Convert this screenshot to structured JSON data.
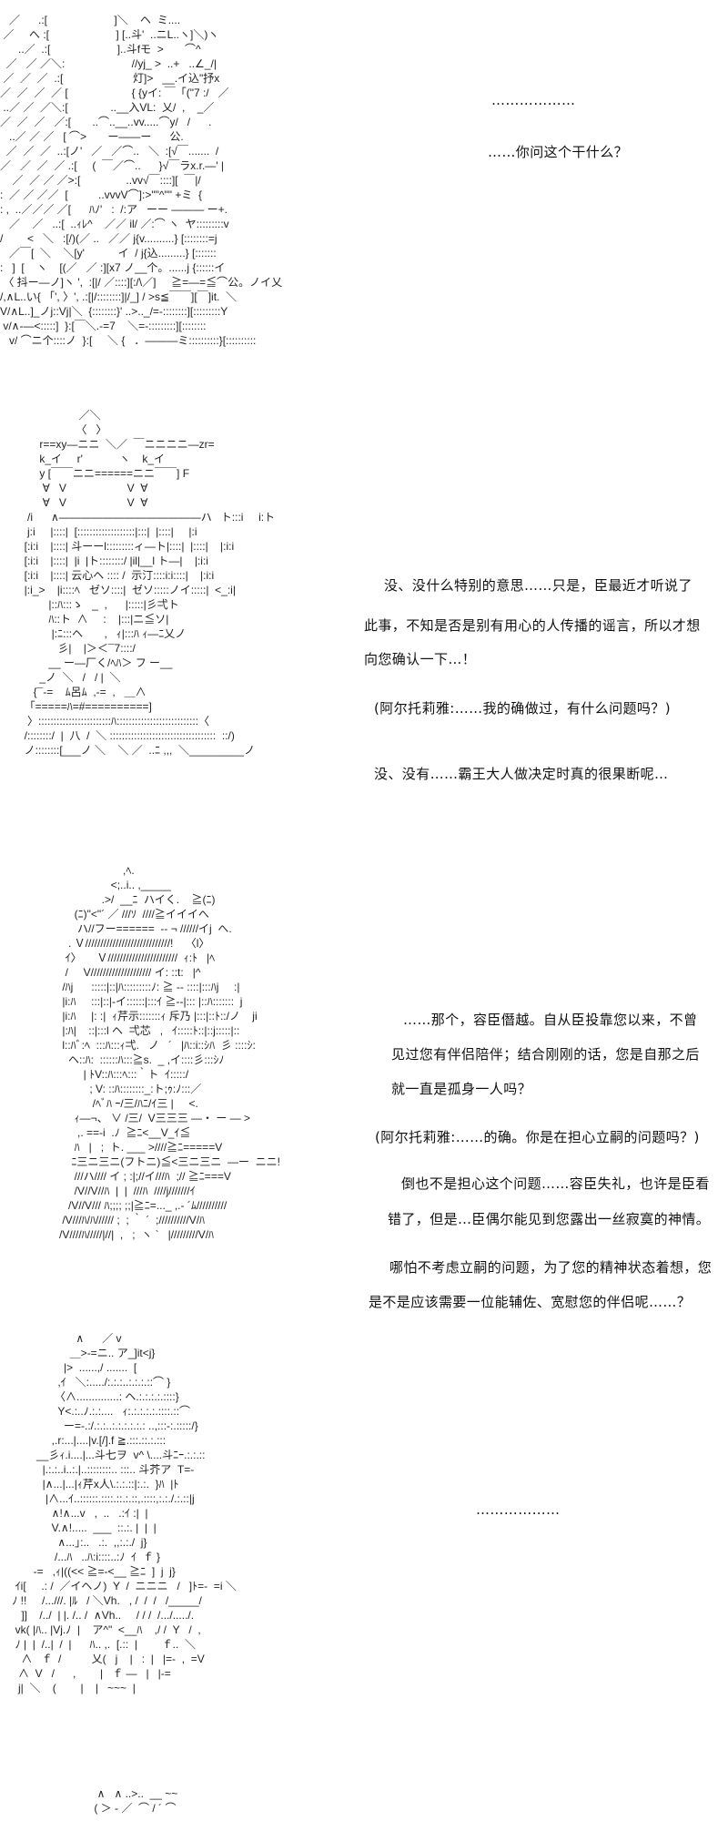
{
  "panels": [
    {
      "art": [
        "   ／      .:[                      ]＼    ヘ  ミ....",
        " ／     へ :[                      ] [..斗'  ..ニL..ヽ]＼)ヽ",
        "      ..／  .:[                      ]..斗fモ  >       ⌒^",
        "  ／   ／ ／＼:                      //yj_ >  ..+   ..∠_/|",
        " ／  ／  ／  .:[                       灯]>   __.イ込\"抒x",
        "／  ／  ／  ／ [                     { {yイ: ￣「(\"7 :/   ／",
        " ..／ ／  ／＼:[              ..__入VL:  乂/  ,    _／",
        "／  ／  ／   ／:[       ..⌒..__..vv.....⌒y/   /      .",
        "   ..／ ／ ／   [ ⌒>       ー――ー      公.",
        "  ／  ／  ／  ..:[ノ'   ／   ／⌒..   ＼  :[√￣.......  /",
        "／   ／  ／  ／ .:[     (  ￣／⌒..      }√￣ラx.r.―' |",
        "    ／  ／ ／ ／>:[               ..vv√￣::::][  ￣|/",
        ":  ／ ／ ／／  [          ..vvvV⌒]:>\"\"^\"\" +ミ  {",
        ": ,  ..／／／ ／[      ﾊﾉ'   :  /:ア   ーー ――― ー+.",
        "   ／    ／   ..:[  ..ｨﾚ^    ／／ il/ ／:⌒ ヽ  ヤ:::::::::v",
        "/        <   ＼   :[/)(／ ..   ／／ j{v..........} [::::::::=j",
        "   ／￣[  ＼    ＼[y'           イ  / j{込.........} [:::::::",
        ":   ]  [    ヽ    [(／   ／ :][x7 ノ__个。......j {::::::イ",
        " 〈 抖ー―ノ]ヽ ',  :[|/ ／::::][:/\\／]     ≧=―=≦⌒公。ノイ乂",
        "/,∧L..い{ 「', 〉', .:[|/::::::::]|/_] / >s≦￣￣][￣]it.  ＼",
        "V/∧L..]_ノj::Vj|＼  {::::::::}' ..>.._/=-::::::::][:::::::::Y",
        " v/∧-―<:::::]  }:[￣＼.-=7    ＼=-:::::::::][::::::::",
        "   v/ ⌒ニ个::::ノ  }:[     ＼ {   ．―――ミ::::::::::}[::::::::::"
      ],
      "lines": [
        "………………",
        "……你问这个干什么？"
      ]
    },
    {
      "art": [
        "                    ／＼",
        "                   〈   〉",
        "       r==xy―ニニ  ＼／  ￣ニニニニ―zr=",
        "       k_イ     r'            ヽ    k_イ",
        "       y [￣￣ニニ======ニニ￣￣] F",
        "        ∀   V                    V  ∀",
        "        ∀   V                    V  ∀",
        "   /i      ∧―――――――――――――ハ   ト:::i     i:ト",
        "   j:i     |::::|  [:::::::::::::::::::|:::|  |::::|     |:i",
        "  [:i:i    |::::| 斗ーーl:::::::::ィ―ト|::::|  |::::|    |:i:i",
        "  [:i:i    |::::|  |i  |ト::::::::/ |il|__l ト―|    |:i:i",
        "  [:i:i    |::::| 云心ヘ :::: /  示汀::::i:i::::|    |:i:i",
        "  |:i_>    |i::::ﾍ   ゼソ::::|  ゼソ:::::ノイ:::::|  <_:i|",
        "          |::ﾊ:::ゝ   _  ,      |:::::|彡弌ト",
        "          ﾊ::ト  ∧     :    |:::|ニ≦ソ|",
        "           |:ﾆ:::ヘ       ,   ｨ|:::ﾊ ｨ―ﾆ乂ノ",
        "             彡|    |＞＜¯7::::/",
        "          __ ー―厂く/ﾍﾊ＞ フ ー__",
        "       _ノ  ＼   /   / |  ＼",
        "     {¯-=    ﾑ呂ﾑ  ,-=  ,   ＿∧",
        "  「=====ﾊ=#==========]",
        "   〉::::::::::::::::::::::::ﾊ:::::::::::::::::::::::::::〈",
        "  /::::::::/  |  八  /  ＼ :::::::::::::::::::::::::::::::::::  ::/)",
        "  ノ::::::::[___ノ ＼    ＼ ／  ..ﾆ ,,,  ＼_________ノ"
      ],
      "lines": [
        "没、没什么特别的意思……只是，臣最近才听说了",
        "此事，不知是否是别有用心的人传播的谣言，所以才想",
        "向您确认一下…！",
        "(阿尔托莉雅:……我的确做过，有什么问题吗？)",
        "没、没有……霸王大人做决定时真的很果断呢…"
      ]
    },
    {
      "art": [
        "                        ,ﾍ.",
        "                    <;..i.. ,_____",
        "                 .>/  __ﾆ  ハイく.    ≧(ﾆ)",
        "        (ﾆ)\"<\"´ ／ ///ｿ  ////≧イイイへ",
        "         ハ//フー======  -- ¬ //////イj  へ.",
        "      . Ｖ////////////////////////////!    〈l〉",
        "     ｲ〉     Ｖ///////////////////////  ｨ:ﾄ   |ﾍ",
        "     /     V//////////////////// イ: ::t:   |^",
        "    /ﾊj      :::::|::|ﾊ:::::::::ﾉ: ≧ -- ::::|:::ﾊj     :|",
        "    |i:ﾊ     :::|::|-イ::::::|:::ｲ ≧--|::: |::ﾊ:::::::  j",
        "    |i:ﾊ     |: :|  ｨ芹示:::::::ｨ 斥乃 |:::|::ﾄ::/ノ    ji",
        "    |:ﾊ|    ::|:::l ヘ  弌芯   ,   ｲ:::::ﾄ::|::j:::::|::",
        "    l::ﾊﾞ:ﾍ  :::ﾊ:::ｨ弌.   ノ   ´   |ﾊ::i::ｼﾊ  彡 ::::ｼ:",
        "      ヘ::ﾊ:  ::::::ﾊ:::≧s.  _ ,イ::::彡:::ｼﾉ",
        "           | ﾄV::ﾊ:::ﾍ:::｀ト  ｲ:::::/",
        "             ; V: ::ﾊ::::::::_:ト;ｩ:ﾉ:::／",
        "              /ﾍﾞﾊ ｰ/三/ﾊﾆ/ｲ三 |     <.",
        "        ｨ―¬、 ∨ /三/  V三三三 ―・ ー ― >",
        "         ,. ==-i  .ﾉ  ≧ﾆ<__V_ｲ≦",
        "        ﾊ   |   ;  ト. ___ >////≧ﾆ=====V",
        "       ﾆ三ニ三ニ(フトニ)≦<三ニ三ニ  ―ー  ニニ!",
        "        ///ハ//// イ ; :|;//イ///ﾊ  ;// ≧ﾆ===V",
        "        /V//V//ﾊ  |  |  ///ﾊ  ////j///////ｲ",
        "      /V//V/// ﾊ;;;; ;;|≧ﾆ=..._ ,.- ´ﾑ//////////",
        "    /V///ﾊ/ﾊ////// ;  ; ｀ ´  ;//////////V/ﾊ",
        "   /V////ﾊ/////|//|  ,   ;  ヽ `   |/////////V/ﾊ"
      ],
      "lines": [
        "……那个，容臣僭越。自从臣投靠您以来，不曾",
        "见过您有伴侣陪伴；结合刚刚的话，您是自那之后",
        "就一直是孤身一人吗？",
        "(阿尔托莉雅:……的确。你是在担心立嗣的问题吗？)",
        "倒也不是担心这个问题……容臣失礼，也许是臣看",
        "错了，但是…臣偶尔能见到您露出一丝寂寞的神情。",
        "哪怕不考虑立嗣的问题，为了您的精神状态着想，您",
        "是不是应该需要一位能辅佐、宽慰您的伴侣呢……？"
      ]
    },
    {
      "art": [
        "                         ∧      ／ v",
        "                       ＿>-=ニ.. ア_]it<j}",
        "                     |>  ......,/ .......  [",
        "                   ,ｲ   ＼:...../:.:.:..:.:.:.::⌒ }",
        "                  〈∧..............: ヘ.:.:.:.:.::::}",
        "                   Y<.:..ﾉ.:.:....   ｨ:.:.:.:.:.::::.::⌒",
        "                     ー=-.:/.:.:..:.:.:.:.:.: ..,:::-:.:::::/}",
        "                 ,.r:...|....|v.[/].f ≧.:::.::.:.:::",
        "            __彡ｨ.i....|...斗七ヲ  v^ \\....斗ﾆｰ.:.:.::",
        "              |.:.:..i..:.|..::::::::.. :::.. 斗芥ア  T=-",
        "              |∧...|...|ｨ芹x人\\.:.:.::|:.:.  }ﾊ  |ﾄ",
        "               |∧...ｲ..::::::.::::.::.:.::,.::::,:.:./.:.::|j",
        "                 ∧!∧...v   ,  ..   .:ｲ :|  |",
        "                 V.∧!.....  ___  ::.:. |  |  |",
        "                   ∧...｣:..   .:.  ,,:.:./  j}",
        "                  /...ﾊ   ..ﾊ:i::::..:ﾉ  ｲ  ｆ }",
        "           -=   ,ｨ|((<< ≧=-<__ ≧ﾆ  ]  j  j}",
        "     ｲi[     .: /  ／イヘノ)  Y  /  ニニニ   /   ]ﾄ=-  =i ＼",
        "    ﾉ !!     /...///. |ﾙ   / ＼Vh.   , /  /  /   /_____/",
        "       ]]    /../  | |. /.. /  ∧Vh..     / / /  /.../...../.",
        "     vk( |ﾊ.. |Vj.ﾉ  |    ア^\"  <__ﾊ    ,/ /  Y   /  ,",
        "     ﾉ |  |  /..|  /  |      ﾊ.. ,.  [.::  |        ｆ..  ＼",
        "       ∧   ｆ  /          乂(   j    |   :  |   |=-  ,  =V",
        "      ∧  V   /      ,        |   ｆ ―   |   |-=",
        "      j|  ＼    (        |    |   ~~~  |"
      ],
      "lines": [
        "………………"
      ]
    },
    {
      "art": [
        "              ∧   ∧ ..>..  __ ~~ ",
        "             ( ＞ ‐ ／  ⌒ / ´ ⌒ "
      ],
      "lines": []
    }
  ]
}
